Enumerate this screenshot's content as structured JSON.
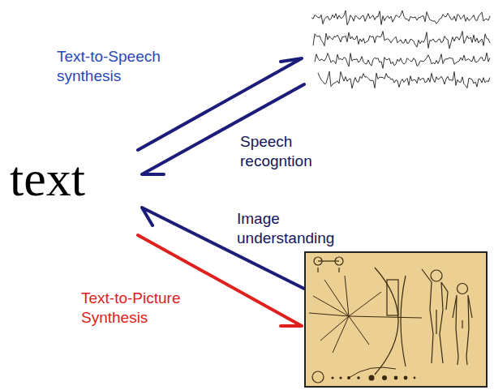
{
  "diagram": {
    "labels": [
      "text",
      "Text-to-Speech synthesis",
      "Speech recogntion",
      "Image understanding",
      "Text-to-Picture Synthesis"
    ]
  }
}
